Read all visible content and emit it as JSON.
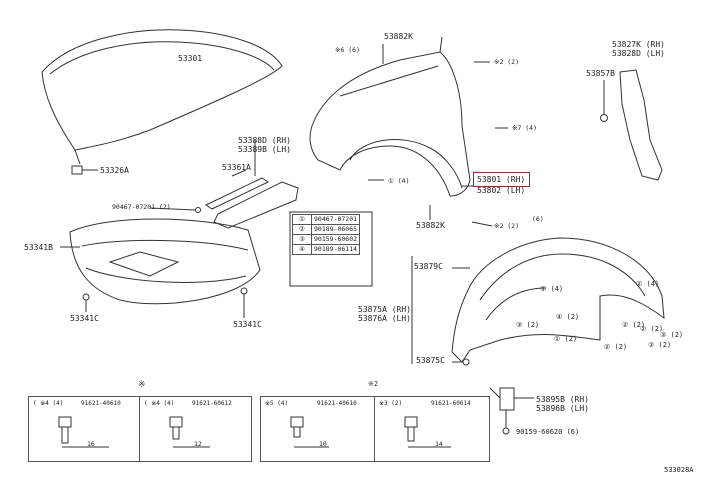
{
  "parts": {
    "hood": "53301",
    "hood_cushion": "53326A",
    "hood_seal_rh": "53388D (RH)",
    "hood_seal_lh": "53389B (LH)",
    "seal_bracket": "53361A",
    "clip_note": "90467-07201 (2)",
    "engine_under_cover": "53341B",
    "under_cover_clip_left": "53341C",
    "under_cover_clip_right": "53341C",
    "fender_bracket_top": "53882K",
    "fender_bracket_bottom": "53882K",
    "fender_rh": "53801 (RH)",
    "fender_lh": "53802 (LH)",
    "fender_seal_rh": "53827K (RH)",
    "fender_seal_lh": "53828D (LH)",
    "fender_seal_part": "53857B",
    "liner_clip_top": "53879C",
    "fender_liner_rh": "53875A (RH)",
    "fender_liner_lh": "53876A (LH)",
    "liner_clip_bottom": "53875C",
    "mudguard_rh": "53895B (RH)",
    "mudguard_lh": "53896B (LH)",
    "bottom_bolt": "90159-60620 (6)",
    "diagram_code": "533028A"
  },
  "callouts": {
    "c6": "※6 (6)",
    "c2a": "※2 (2)",
    "c7": "※7 (4)",
    "c1": "① (4)",
    "c2b": "※2 (2)",
    "c6b": "(6)"
  },
  "fastener_table": [
    {
      "num": "①",
      "code": "90467-07201"
    },
    {
      "num": "②",
      "code": "90189-06065"
    },
    {
      "num": "③",
      "code": "90159-60602"
    },
    {
      "num": "④",
      "code": "90189-06114"
    }
  ],
  "liner_refs": [
    {
      "text": "① (4)"
    },
    {
      "text": "② (4)"
    },
    {
      "text": "③ (2)"
    },
    {
      "text": "④ (2)"
    },
    {
      "text": "② (2)"
    },
    {
      "text": "② (2)"
    },
    {
      "text": "① (2)"
    },
    {
      "text": "② (2)"
    },
    {
      "text": "③ (2)"
    },
    {
      "text": "③ (2)"
    }
  ],
  "bottom_group_marks": {
    "left": "※",
    "right": "※2"
  },
  "bottom_table_left": [
    {
      "head": "(  ※4 (4)",
      "code": "91621-40610",
      "length": "16"
    },
    {
      "head": "(  ※4 (4)",
      "code": "91621-60612",
      "length": "12"
    }
  ],
  "bottom_table_right": [
    {
      "head": "※5 (4)",
      "code": "91621-40610",
      "length": "10"
    },
    {
      "head": "※3 (2)",
      "code": "91621-60614",
      "length": "14"
    }
  ],
  "colors": {
    "highlight": "#c0182a",
    "line": "#333333"
  }
}
